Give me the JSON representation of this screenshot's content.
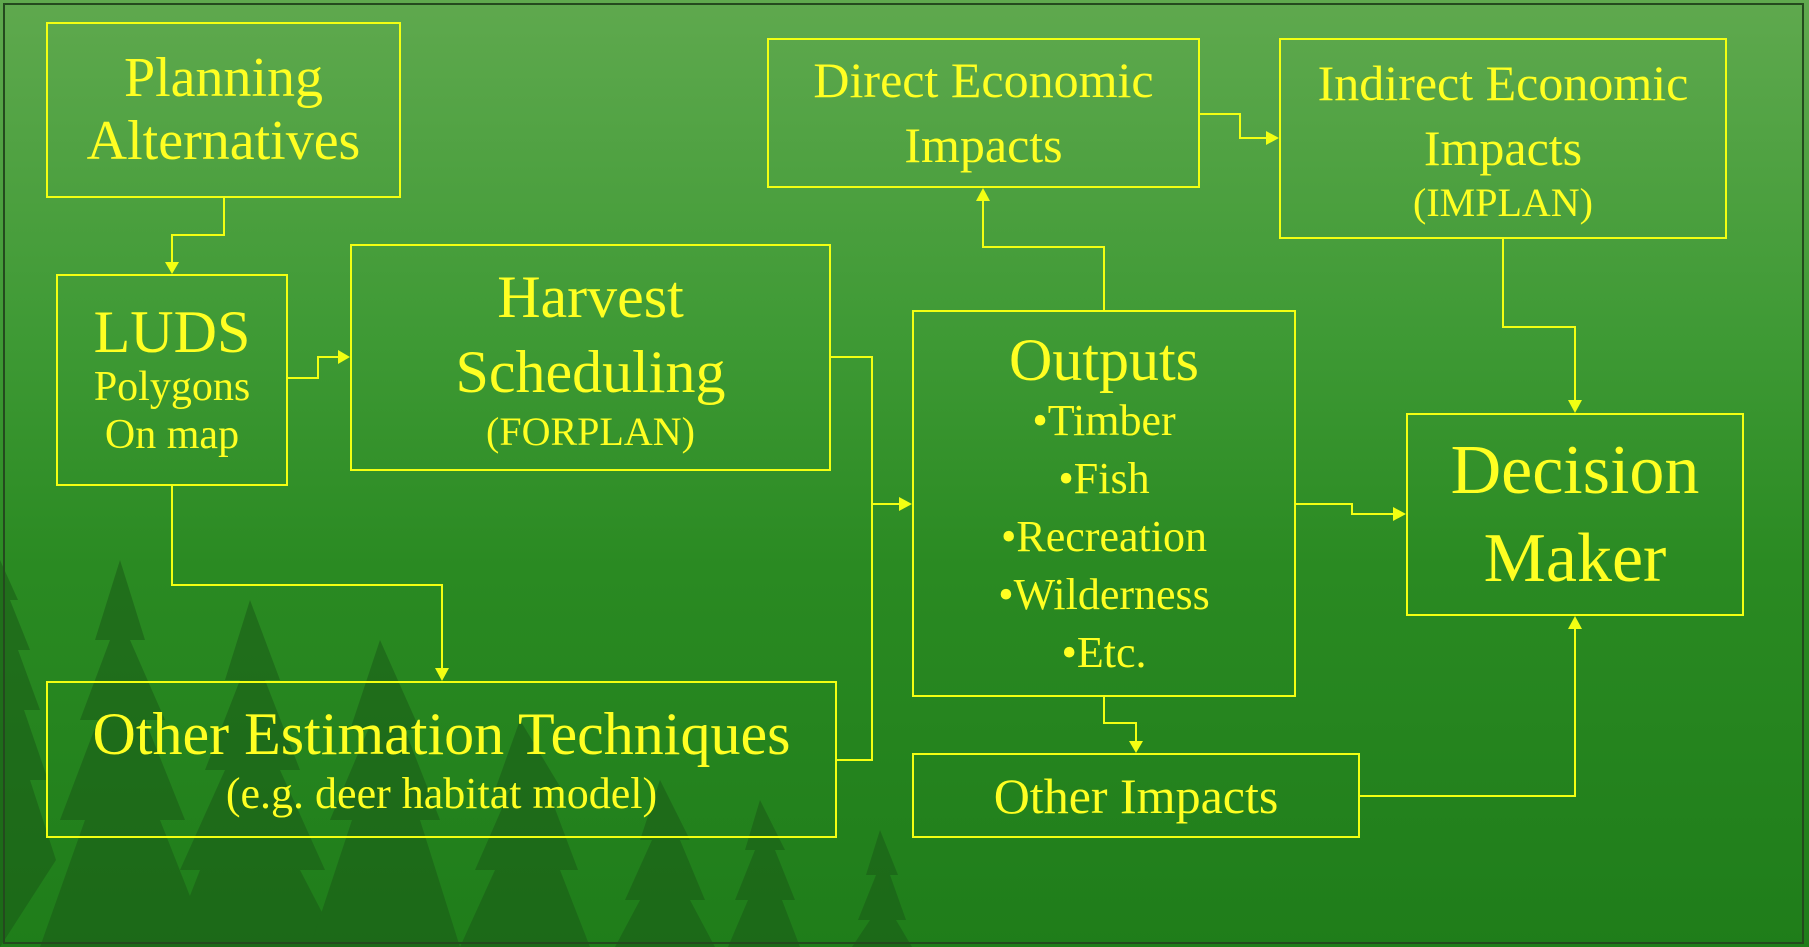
{
  "colors": {
    "accent": "#f2ff12",
    "text": "#ffff22",
    "background_top": "#5fa94e",
    "background_bottom": "#1f7d1a",
    "tree_silhouette": "#1a5a17"
  },
  "boxes": {
    "planning": {
      "line1": "Planning",
      "line2": "Alternatives"
    },
    "luds": {
      "title": "LUDS",
      "line2": "Polygons",
      "line3": "On map"
    },
    "harvest": {
      "line1": "Harvest",
      "line2": "Scheduling",
      "line3": "(FORPLAN)"
    },
    "direct": {
      "line1": "Direct Economic",
      "line2": "Impacts"
    },
    "indirect": {
      "line1": "Indirect Economic",
      "line2": "Impacts",
      "line3": "(IMPLAN)"
    },
    "outputs": {
      "title": "Outputs",
      "items": [
        "•Timber",
        "•Fish",
        "•Recreation",
        "•Wilderness",
        "•Etc."
      ]
    },
    "decision": {
      "line1": "Decision",
      "line2": "Maker"
    },
    "other_estimation": {
      "line1": "Other Estimation Techniques",
      "line2": "(e.g. deer habitat model)"
    },
    "other_impacts": {
      "line1": "Other Impacts"
    }
  },
  "connections": [
    {
      "from": "Planning Alternatives",
      "to": "LUDS"
    },
    {
      "from": "LUDS",
      "to": "Harvest Scheduling"
    },
    {
      "from": "LUDS",
      "to": "Other Estimation Techniques"
    },
    {
      "from": "Harvest Scheduling",
      "to": "Outputs"
    },
    {
      "from": "Other Estimation Techniques",
      "to": "Outputs"
    },
    {
      "from": "Outputs",
      "to": "Direct Economic Impacts"
    },
    {
      "from": "Direct Economic Impacts",
      "to": "Indirect Economic Impacts"
    },
    {
      "from": "Indirect Economic Impacts",
      "to": "Decision Maker"
    },
    {
      "from": "Outputs",
      "to": "Decision Maker"
    },
    {
      "from": "Outputs",
      "to": "Other Impacts"
    },
    {
      "from": "Other Impacts",
      "to": "Decision Maker"
    }
  ]
}
